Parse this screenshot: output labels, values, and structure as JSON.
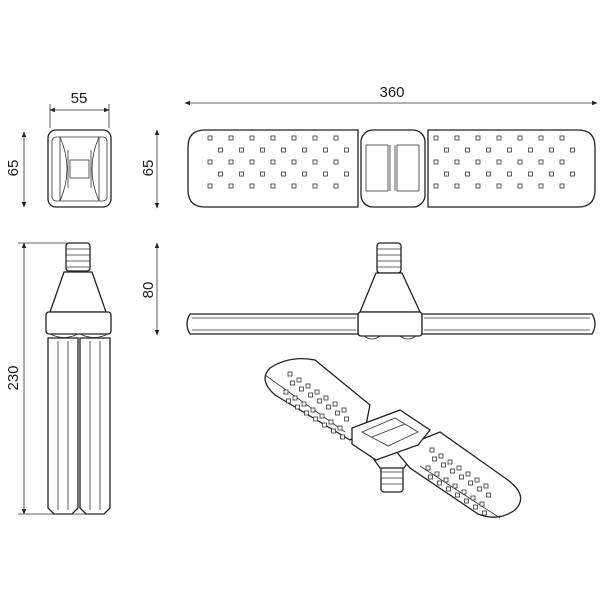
{
  "dimensions": {
    "width_top": "55",
    "height_side": "65",
    "span_total": "360",
    "height_top": "65",
    "base_height": "80",
    "length_total": "230"
  },
  "colors": {
    "line": "#222222",
    "background": "#ffffff"
  }
}
